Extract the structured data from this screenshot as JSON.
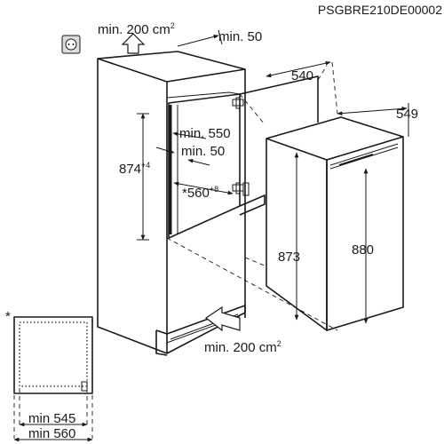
{
  "code": "PSGBRE210DE00002",
  "labels": {
    "vent_top": "min. 200 cm",
    "vent_top_sup": "2",
    "top_gap": "min. 50",
    "depth_niche_min": "min. 550",
    "side_gap": "min. 50",
    "niche_height": "874",
    "niche_height_tol": "+4",
    "niche_width": "*560",
    "niche_width_tol": "+8",
    "appliance_depth": "540",
    "appliance_depth_door": "549",
    "appliance_height_body": "873",
    "appliance_height": "880",
    "vent_bottom": "min. 200 cm",
    "vent_bottom_sup": "2",
    "detail_marker": "*",
    "detail_min_inner": "min 545",
    "detail_min_outer": "min 560"
  }
}
